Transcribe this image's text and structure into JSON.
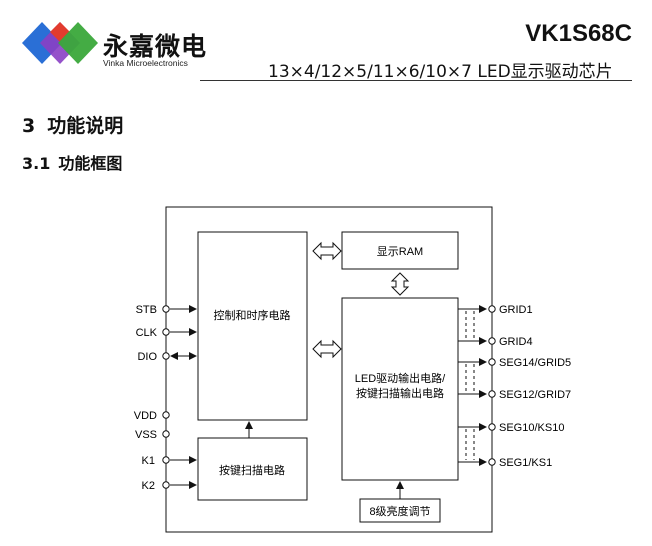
{
  "header": {
    "logo_cn": "永嘉微电",
    "logo_en": "Vinka Microelectronics",
    "part_number": "VK1S68C",
    "subtitle": "13×4/12×5/11×6/10×7  LED显示驱动芯片"
  },
  "sections": {
    "s3": {
      "number": "3",
      "title": "功能说明"
    },
    "s31": {
      "number": "3.1",
      "title": "功能框图"
    }
  },
  "diagram": {
    "blocks": {
      "control": "控制和时序电路",
      "ram": "显示RAM",
      "driver_line1": "LED驱动输出电路/",
      "driver_line2": "按键扫描输出电路",
      "keyscan": "按键扫描电路",
      "brightness": "8级亮度调节"
    },
    "left_pins": [
      "STB",
      "CLK",
      "DIO",
      "VDD",
      "VSS",
      "K1",
      "K2"
    ],
    "right_pins": [
      "GRID1",
      "GRID4",
      "SEG14/GRID5",
      "SEG12/GRID7",
      "SEG10/KS10",
      "SEG1/KS1"
    ]
  },
  "colors": {
    "logo_blue": "#2a6fd6",
    "logo_purple": "#8a3fc4",
    "logo_red": "#e23b2e",
    "logo_green": "#3aa83a"
  }
}
